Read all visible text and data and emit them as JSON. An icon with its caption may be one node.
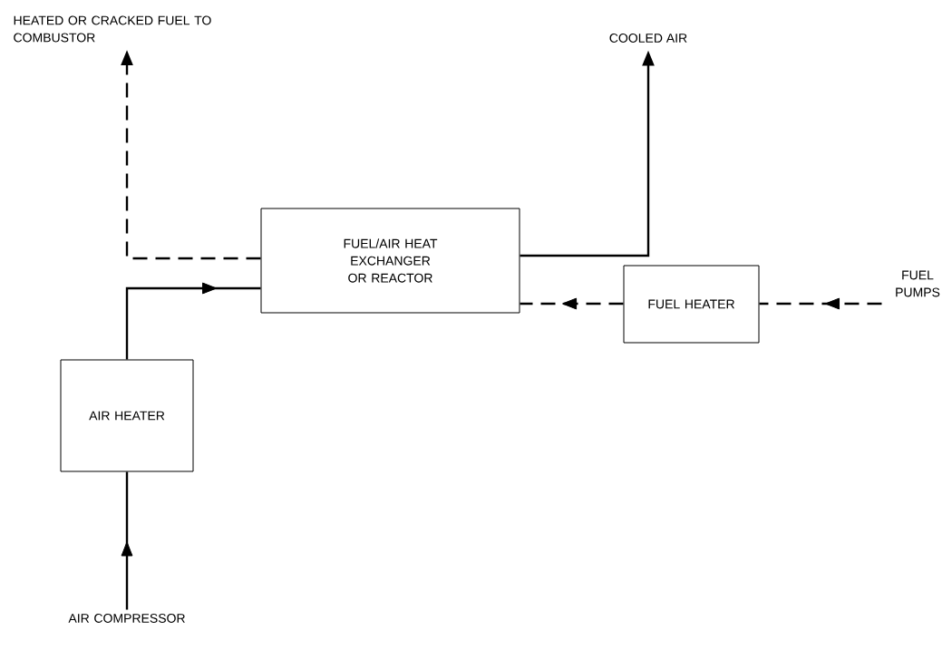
{
  "diagram": {
    "nodes": [
      {
        "text": [
          "HEATED OR CRACKED FUEL TO COMBUSTOR"
        ]
      },
      {
        "text": [
          "COOLED AIR"
        ]
      },
      {
        "text": [
          "FUEL/AIR HEAT EXCHANGER OR REACTOR"
        ]
      },
      {
        "text": [
          "FUEL HEATER"
        ]
      },
      {
        "text": [
          "FUEL PUMPS"
        ]
      },
      {
        "text": [
          "AIR HEATER"
        ]
      },
      {
        "text": [
          "AIR COMPRESSOR"
        ]
      }
    ],
    "edges": [
      {
        "from": 2,
        "to": 0,
        "arrow": "to",
        "style": "dashed"
      },
      {
        "from": 2,
        "to": 1,
        "arrow": "to"
      },
      {
        "from": 3,
        "to": 2,
        "arrow": "to",
        "style": "dashed"
      },
      {
        "from": 4,
        "to": 3,
        "arrow": "to",
        "style": "dashed"
      },
      {
        "from": 5,
        "to": 2,
        "arrow": "to"
      },
      {
        "from": 6,
        "to": 5,
        "arrow": "to"
      }
    ]
  }
}
